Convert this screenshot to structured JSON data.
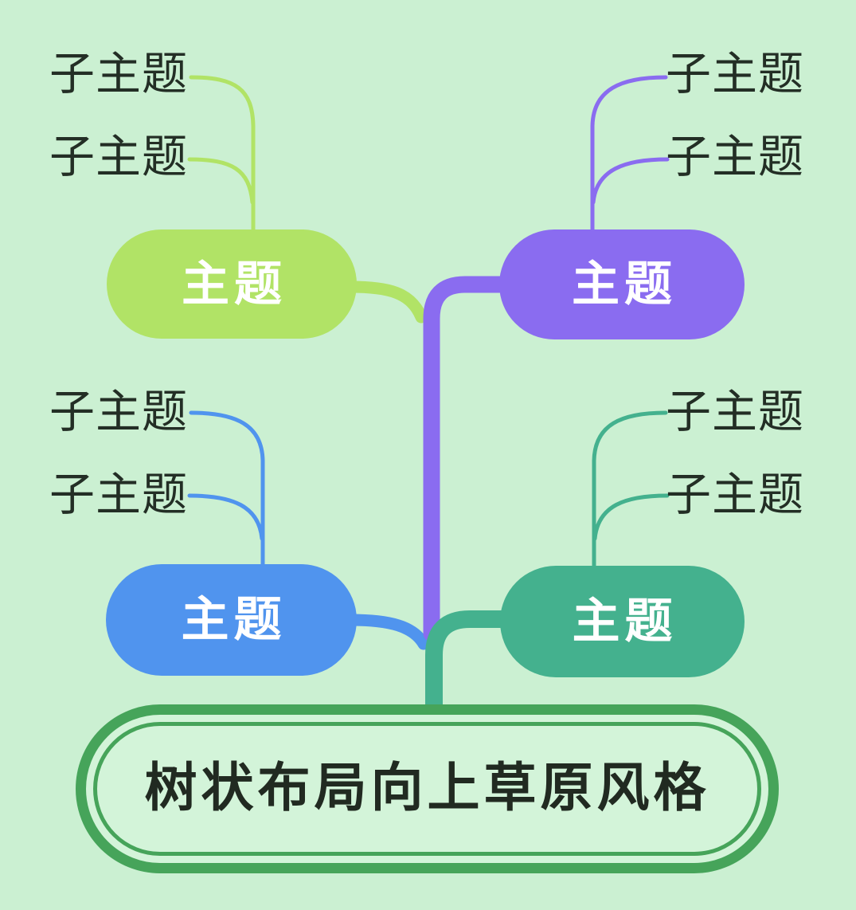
{
  "root": {
    "label": "树状布局向上草原风格"
  },
  "topics": [
    {
      "label": "主题",
      "color": "#b1e366",
      "subtopics": [
        "子主题",
        "子主题"
      ]
    },
    {
      "label": "主题",
      "color": "#8a6cf0",
      "subtopics": [
        "子主题",
        "子主题"
      ]
    },
    {
      "label": "主题",
      "color": "#5094ee",
      "subtopics": [
        "子主题",
        "子主题"
      ]
    },
    {
      "label": "主题",
      "color": "#44b18e",
      "subtopics": [
        "子主题",
        "子主题"
      ]
    }
  ],
  "colors": {
    "background": "#cbf0d2",
    "root_border": "#46a45a",
    "root_fill": "#d3f4d9",
    "root_text": "#212a21",
    "subtopic_text": "#232e25",
    "topic_text": "#ffffff",
    "trunk_upper": "#8a6cf0",
    "trunk_lower": "#44b18e"
  }
}
